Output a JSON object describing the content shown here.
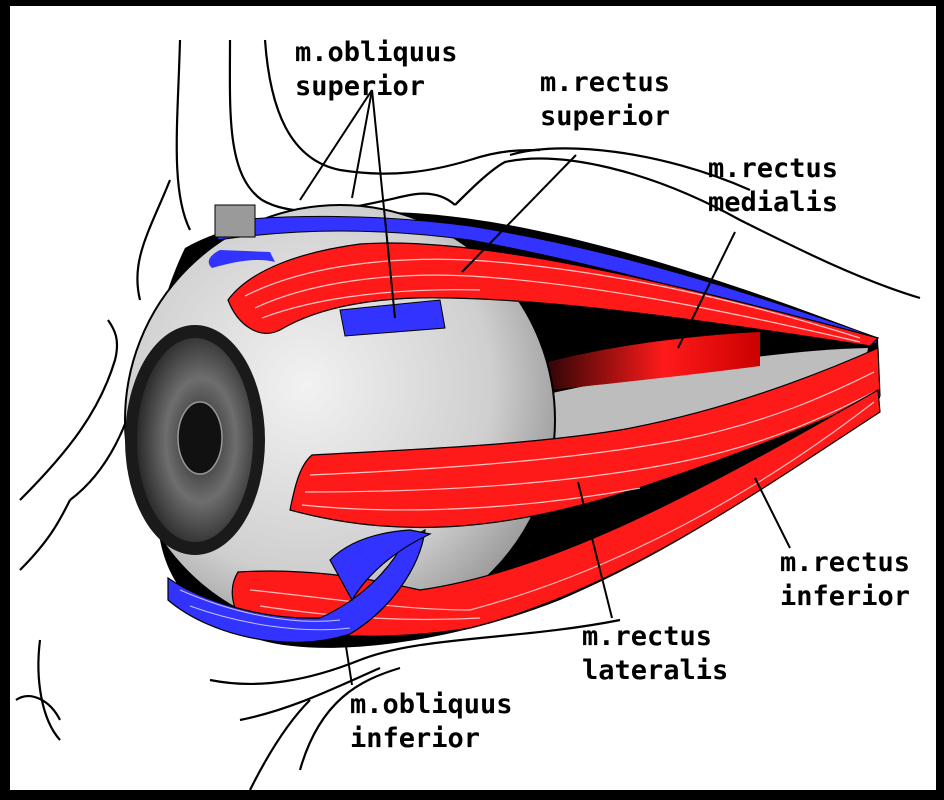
{
  "labels": {
    "obliquus_superior": {
      "line1": "m.obliquus",
      "line2": "superior"
    },
    "rectus_superior": {
      "line1": "m.rectus",
      "line2": "superior"
    },
    "rectus_medialis": {
      "line1": "m.rectus",
      "line2": "medialis"
    },
    "rectus_inferior": {
      "line1": "m.rectus",
      "line2": "inferior"
    },
    "rectus_lateralis": {
      "line1": "m.rectus",
      "line2": "lateralis"
    },
    "obliquus_inferior": {
      "line1": "m.obliquus",
      "line2": "inferior"
    }
  },
  "colors": {
    "frame": "#000000",
    "background": "#ffffff",
    "rectus_muscle": "#ff1a1a",
    "obliquus_muscle": "#3333ff",
    "eyeball": "#d9d9d9",
    "orbit_interior": "#000000"
  }
}
